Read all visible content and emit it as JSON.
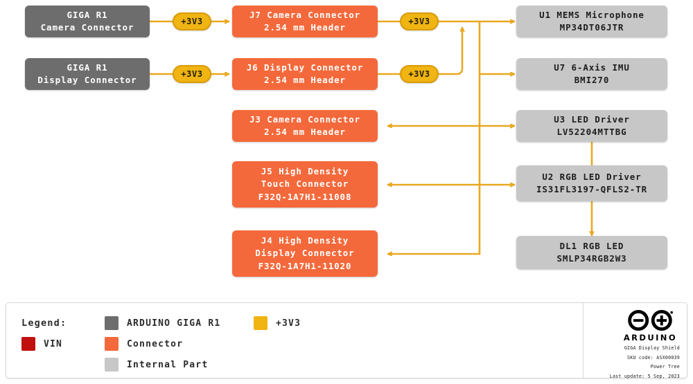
{
  "diagram": {
    "title": "GIGA Display Shield Power Tree",
    "colors": {
      "source": "#6d6d6d",
      "connector": "#f4693b",
      "internal": "#c7c7c7",
      "rail_3v3": "#f0b413",
      "vin": "#c10f0f",
      "wire": "#e8a820",
      "background": "#ffffff"
    },
    "sources": [
      {
        "id": "giga-camera",
        "line1": "GIGA R1",
        "line2": "Camera Connector"
      },
      {
        "id": "giga-display",
        "line1": "GIGA R1",
        "line2": "Display Connector"
      }
    ],
    "rails": [
      {
        "id": "rail-cam-in",
        "label": "+3V3"
      },
      {
        "id": "rail-disp-in",
        "label": "+3V3"
      },
      {
        "id": "rail-cam-out",
        "label": "+3V3"
      },
      {
        "id": "rail-disp-out",
        "label": "+3V3"
      }
    ],
    "connectors": [
      {
        "id": "j7",
        "line1": "J7 Camera Connector",
        "line2": "2.54 mm Header",
        "line3": ""
      },
      {
        "id": "j6",
        "line1": "J6 Display Connector",
        "line2": "2.54 mm Header",
        "line3": ""
      },
      {
        "id": "j3",
        "line1": "J3 Camera Connector",
        "line2": "2.54 mm Header",
        "line3": ""
      },
      {
        "id": "j5",
        "line1": "J5 High Density",
        "line2": "Touch Connector",
        "line3": "F32Q-1A7H1-11008"
      },
      {
        "id": "j4",
        "line1": "J4 High Density",
        "line2": "Display Connector",
        "line3": "F32Q-1A7H1-11020"
      }
    ],
    "internal_parts": [
      {
        "id": "u1",
        "line1": "U1 MEMS Microphone",
        "line2": "MP34DT06JTR"
      },
      {
        "id": "u7",
        "line1": "U7 6-Axis IMU",
        "line2": "BMI270"
      },
      {
        "id": "u3",
        "line1": "U3 LED Driver",
        "line2": "LV52204MTTBG"
      },
      {
        "id": "u2",
        "line1": "U2 RGB LED Driver",
        "line2": "IS31FL3197-QFLS2-TR"
      },
      {
        "id": "dl1",
        "line1": "DL1 RGB LED",
        "line2": "SMLP34RGB2W3"
      }
    ]
  },
  "legend": {
    "title": "Legend:",
    "entries": [
      {
        "id": "arduino-giga-r1",
        "label": "ARDUINO GIGA R1",
        "color": "#6d6d6d"
      },
      {
        "id": "plus-3v3",
        "label": "+3V3",
        "color": "#f0b413"
      },
      {
        "id": "vin",
        "label": "VIN",
        "color": "#c10f0f"
      },
      {
        "id": "connector",
        "label": "Connector",
        "color": "#f4693b"
      },
      {
        "id": "internal-part",
        "label": "Internal Part",
        "color": "#c7c7c7"
      }
    ]
  },
  "branding": {
    "wordmark": "ARDUINO",
    "caption_line1": "GIGA Display Shield",
    "caption_line2": "SKU code: ASX00039",
    "caption_line3": "Power Tree",
    "caption_line4": "Last update: 5 Sep, 2023"
  }
}
